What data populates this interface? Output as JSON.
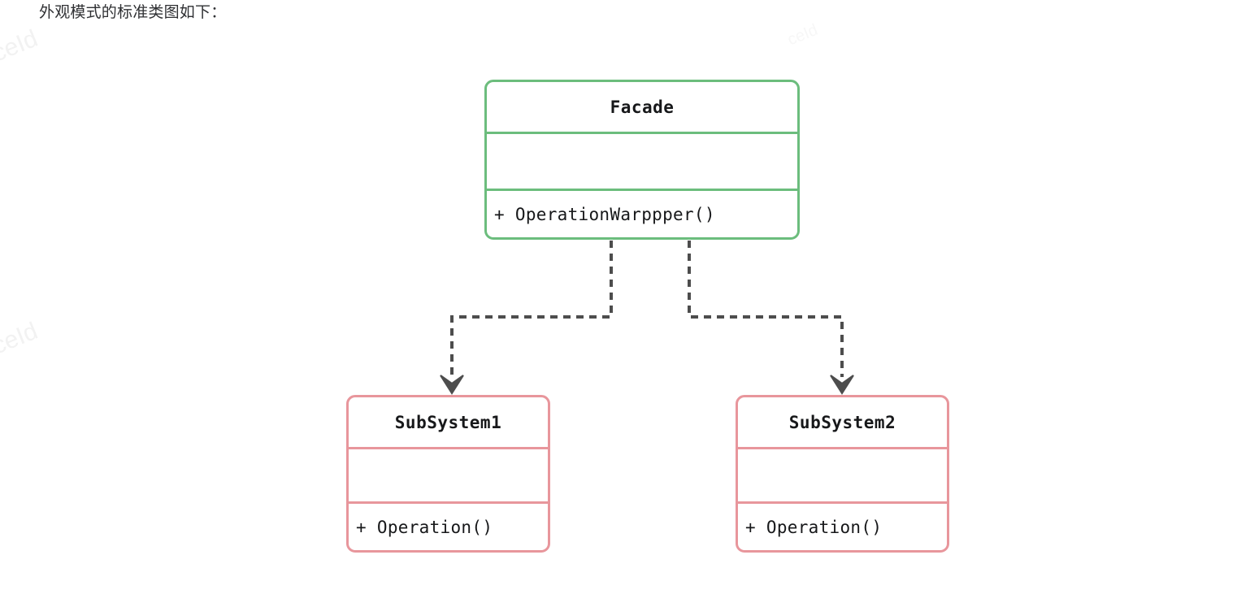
{
  "page": {
    "caption": "外观模式的标准类图如下：",
    "background_color": "#ffffff",
    "watermark_text": "ceId"
  },
  "colors": {
    "facade_border": "#6cbd7d",
    "subsystem_border": "#e8969c",
    "connector": "#4d4d4d",
    "text": "#17181a",
    "caption_text": "#2f3033"
  },
  "diagram": {
    "type": "uml-class-diagram",
    "pattern_name": "Facade",
    "classes": [
      {
        "id": "facade",
        "name": "Facade",
        "role": "facade",
        "border_color": "#6cbd7d",
        "attributes": [],
        "operations": [
          "+ OperationWarppper()"
        ]
      },
      {
        "id": "subsystem1",
        "name": "SubSystem1",
        "role": "subsystem",
        "border_color": "#e8969c",
        "attributes": [],
        "operations": [
          "+ Operation()"
        ]
      },
      {
        "id": "subsystem2",
        "name": "SubSystem2",
        "role": "subsystem",
        "border_color": "#e8969c",
        "attributes": [],
        "operations": [
          "+ Operation()"
        ]
      }
    ],
    "relationships": [
      {
        "from": "facade",
        "to": "subsystem1",
        "style": "dashed",
        "arrow": "filled-v",
        "kind": "dependency"
      },
      {
        "from": "facade",
        "to": "subsystem2",
        "style": "dashed",
        "arrow": "filled-v",
        "kind": "dependency"
      }
    ]
  }
}
